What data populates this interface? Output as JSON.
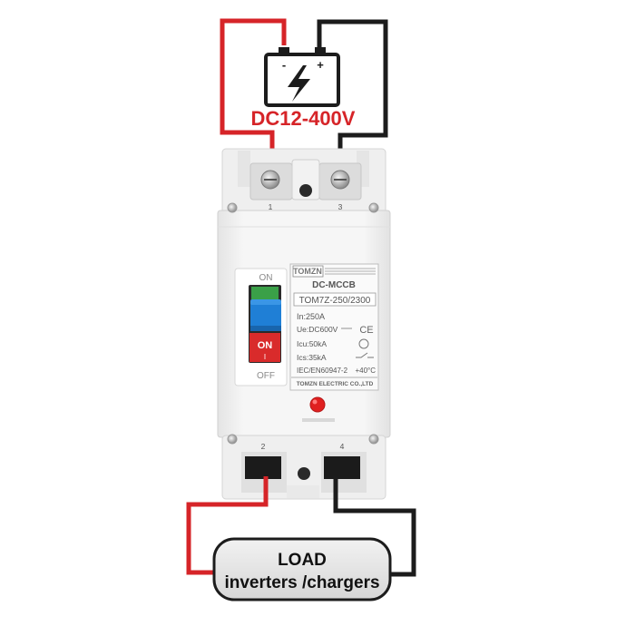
{
  "source": {
    "voltage_label": "DC12-400V",
    "minus_sign": "-",
    "plus_sign": "+"
  },
  "breaker": {
    "brand": "TOMZN",
    "type": "DC-MCCB",
    "model": "TOM7Z-250/2300",
    "rating_in": "In:250A",
    "rating_ue": "Ue:DC600V",
    "rating_icu": "Icu:50kA",
    "rating_ics": "Ics:35kA",
    "ce_mark": "CE",
    "standard": "IEC/EN60947-2",
    "temperature": "+40°C",
    "manufacturer": "TOMZN ELECTRIC CO.,LTD",
    "switch_top_label": "ON",
    "switch_bottom_label": "OFF",
    "handle_on_label": "ON",
    "handle_on_mark": "I",
    "terminal_top_left": "1",
    "terminal_top_right": "3",
    "terminal_bottom_left": "2",
    "terminal_bottom_right": "4"
  },
  "load": {
    "line1": "LOAD",
    "line2": "inverters /chargers"
  },
  "colors": {
    "positive_wire": "#d62428",
    "negative_wire": "#1c1c1c",
    "handle": "#1f7fd6",
    "on_window": "#d92b2b"
  }
}
